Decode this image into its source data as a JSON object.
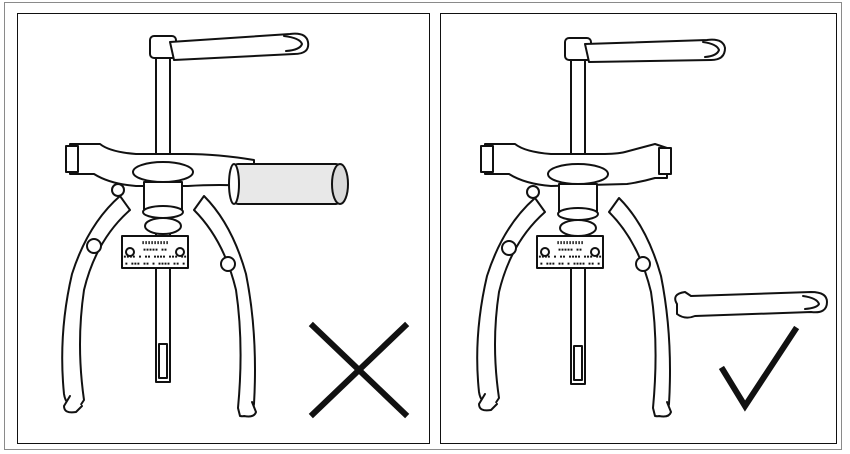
{
  "figure": {
    "panels": [
      {
        "id": "left",
        "verdict": "incorrect",
        "verdict_icon": "cross-mark-icon",
        "depicts": [
          "wrench-on-screw-head",
          "extension-pipe-on-crossbar",
          "three-jaw-puller"
        ]
      },
      {
        "id": "right",
        "verdict": "correct",
        "verdict_icon": "check-mark-icon",
        "depicts": [
          "wrench-on-screw-head",
          "wrench-on-jaw-bolt",
          "three-jaw-puller"
        ]
      }
    ],
    "plate_lines": {
      "brand": "▮▮▮▮▮▮▮▮▮",
      "line1": "▪▪▪▪▪ ▪▪",
      "line2": "▪▪▪▪ ▪ ▪▪ ▪▪▪▪ ▪▪▪ ▪▪",
      "line3": "▪ ▪▪▪ ▪▪ ▪  ▪▪▪▪ ▪▪ ▪"
    },
    "colors": {
      "line": "#111111",
      "fill": "#ffffff",
      "shade": "#d9d9d9",
      "pipe": "#e8e8e8"
    }
  }
}
